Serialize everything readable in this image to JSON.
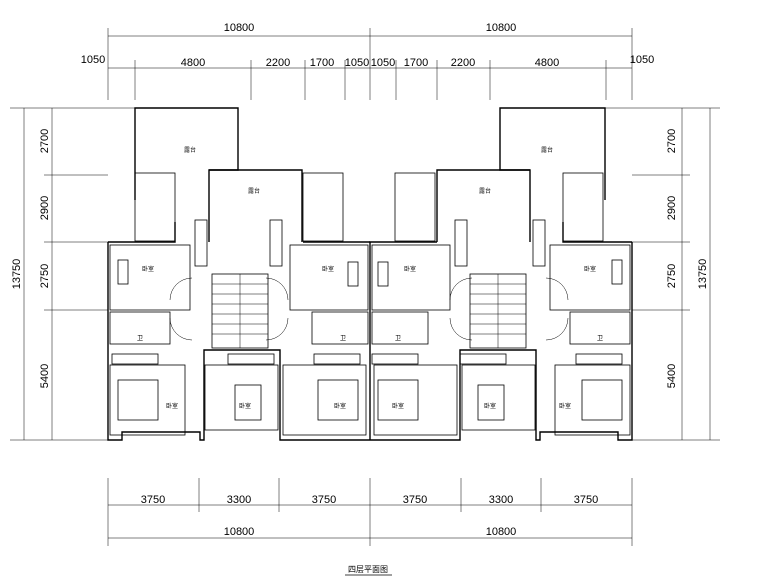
{
  "drawing": {
    "title": "四层平面图",
    "top": {
      "totals": [
        "10800",
        "10800"
      ],
      "segments": [
        "1050",
        "4800",
        "2200",
        "1700",
        "1050",
        "1050",
        "1700",
        "2200",
        "4800",
        "1050"
      ]
    },
    "bottom": {
      "segments": [
        "3750",
        "3300",
        "3750",
        "3750",
        "3300",
        "3750"
      ],
      "totals": [
        "10800",
        "10800"
      ]
    },
    "left": {
      "segments": [
        "2700",
        "2900",
        "2750",
        "5400"
      ],
      "total": "13750"
    },
    "right": {
      "segments": [
        "2700",
        "2900",
        "2750",
        "5400"
      ],
      "total": "13750"
    },
    "rooms": {
      "terrace": "露台",
      "bedroom": "卧室",
      "master": "卧室",
      "toilet": "卫"
    }
  }
}
